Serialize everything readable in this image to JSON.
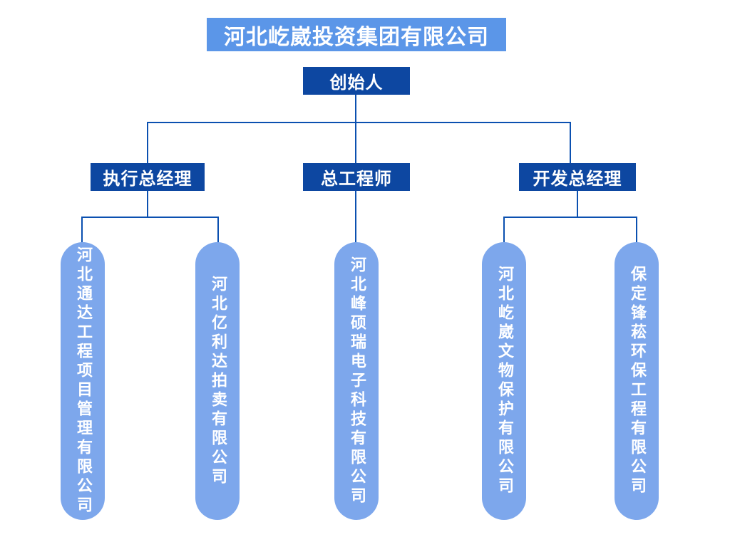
{
  "colors": {
    "banner": "#5B96E8",
    "box": "#0D47A1",
    "pill": "#7DA7EC",
    "line": "#0B50B0",
    "text": "#FFFFFF",
    "bg": "#FFFFFF"
  },
  "org": {
    "company_title": "河北屹崴投资集团有限公司",
    "founder_label": "创始人",
    "managers": [
      {
        "label": "执行总经理"
      },
      {
        "label": "总工程师"
      },
      {
        "label": "开发总经理"
      }
    ],
    "subsidiaries": [
      {
        "name": "河北通达工程项目管理有限公司"
      },
      {
        "name": "河北亿利达拍卖有限公司"
      },
      {
        "name": "河北峰硕瑞电子科技有限公司"
      },
      {
        "name": "河北屹崴文物保护有限公司"
      },
      {
        "name": "保定锋菘环保工程有限公司"
      }
    ]
  }
}
